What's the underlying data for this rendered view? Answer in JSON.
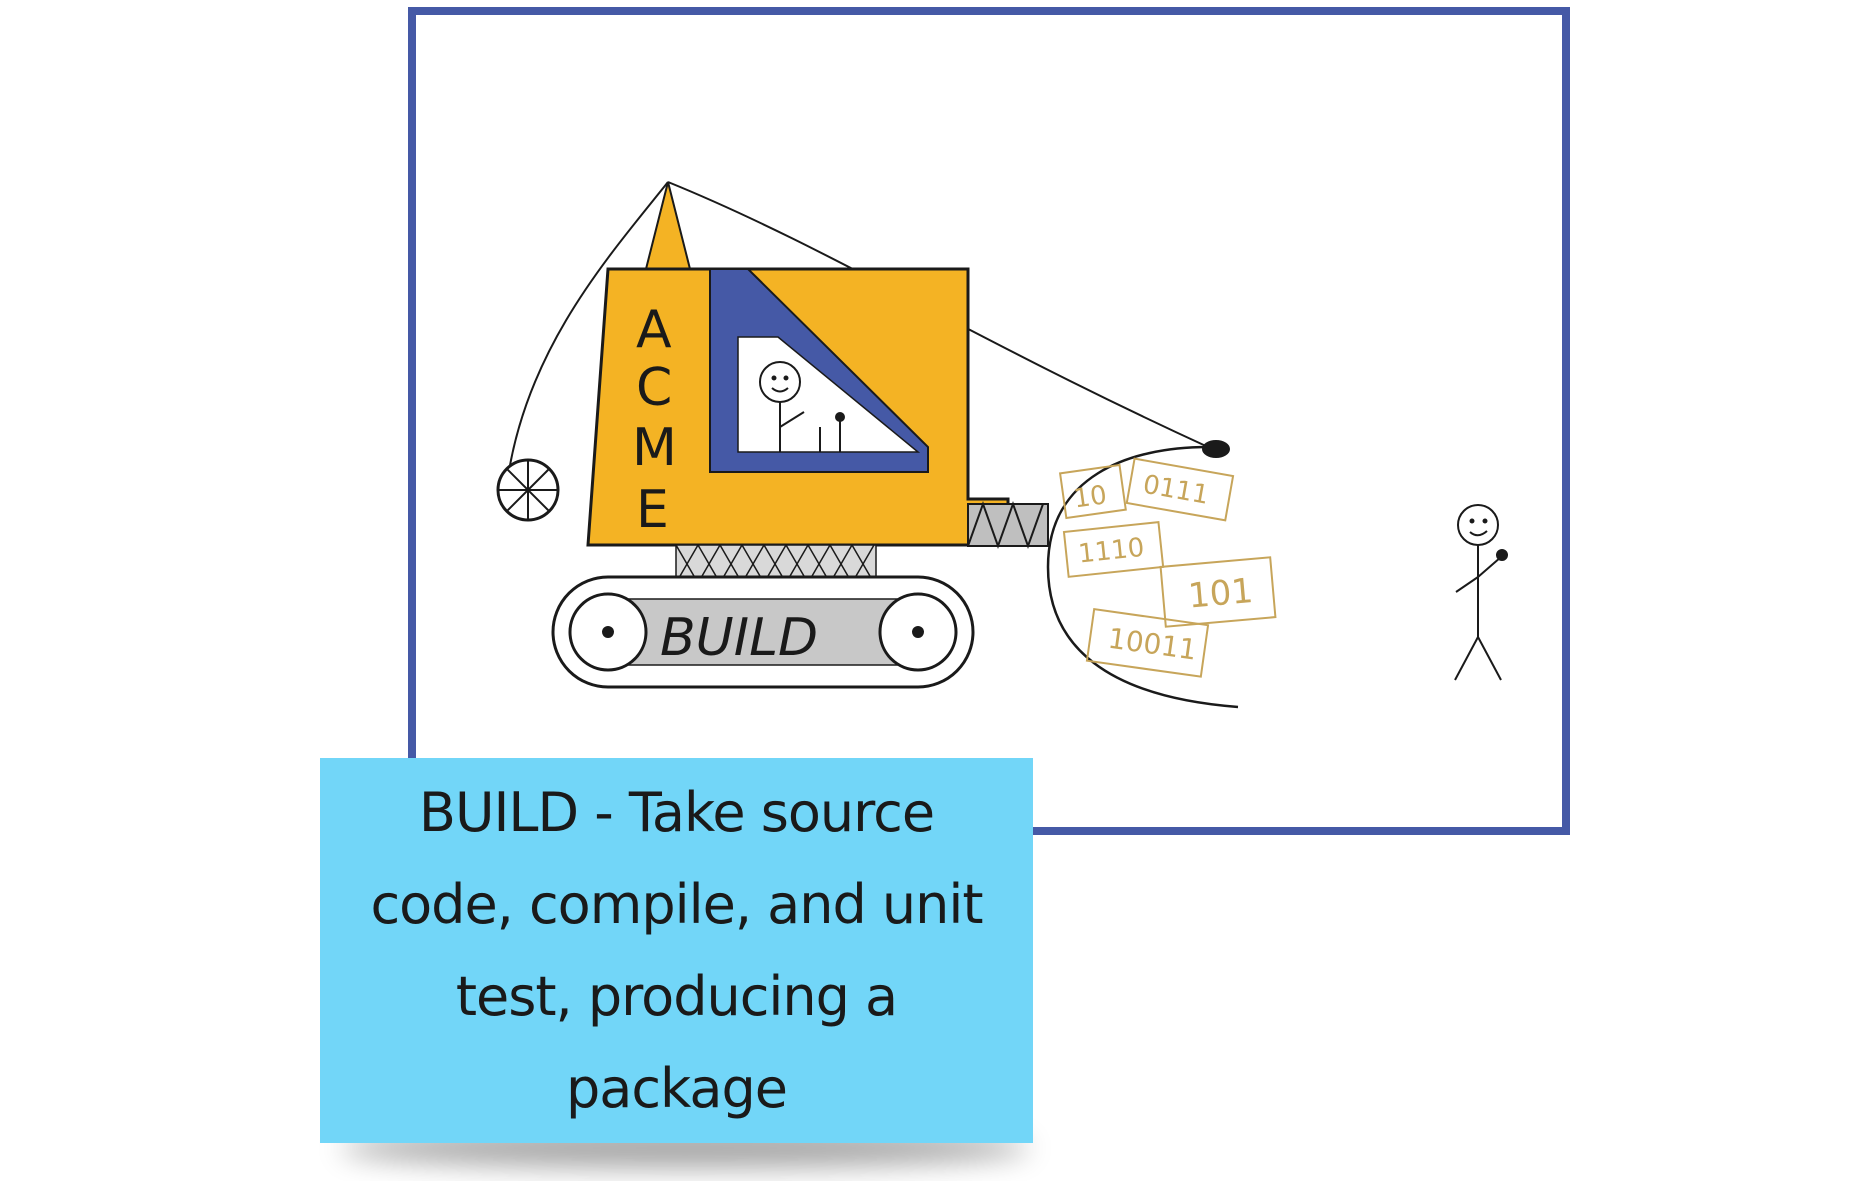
{
  "diagram": {
    "vehicle": {
      "cab_label": [
        "A",
        "C",
        "M",
        "E"
      ],
      "track_label": "BUILD"
    },
    "packages": [
      "10",
      "0111",
      "1110",
      "101",
      "10011"
    ],
    "colors": {
      "frame": "#4559a6",
      "cab": "#f4b324",
      "window": "#4559a6",
      "track": "#c8c8c8",
      "note": "#72d6f8",
      "package": "#c7a55a"
    }
  },
  "note": {
    "line1": "BUILD - Take source",
    "line2": "code, compile, and unit",
    "line3": "test, producing a package"
  }
}
